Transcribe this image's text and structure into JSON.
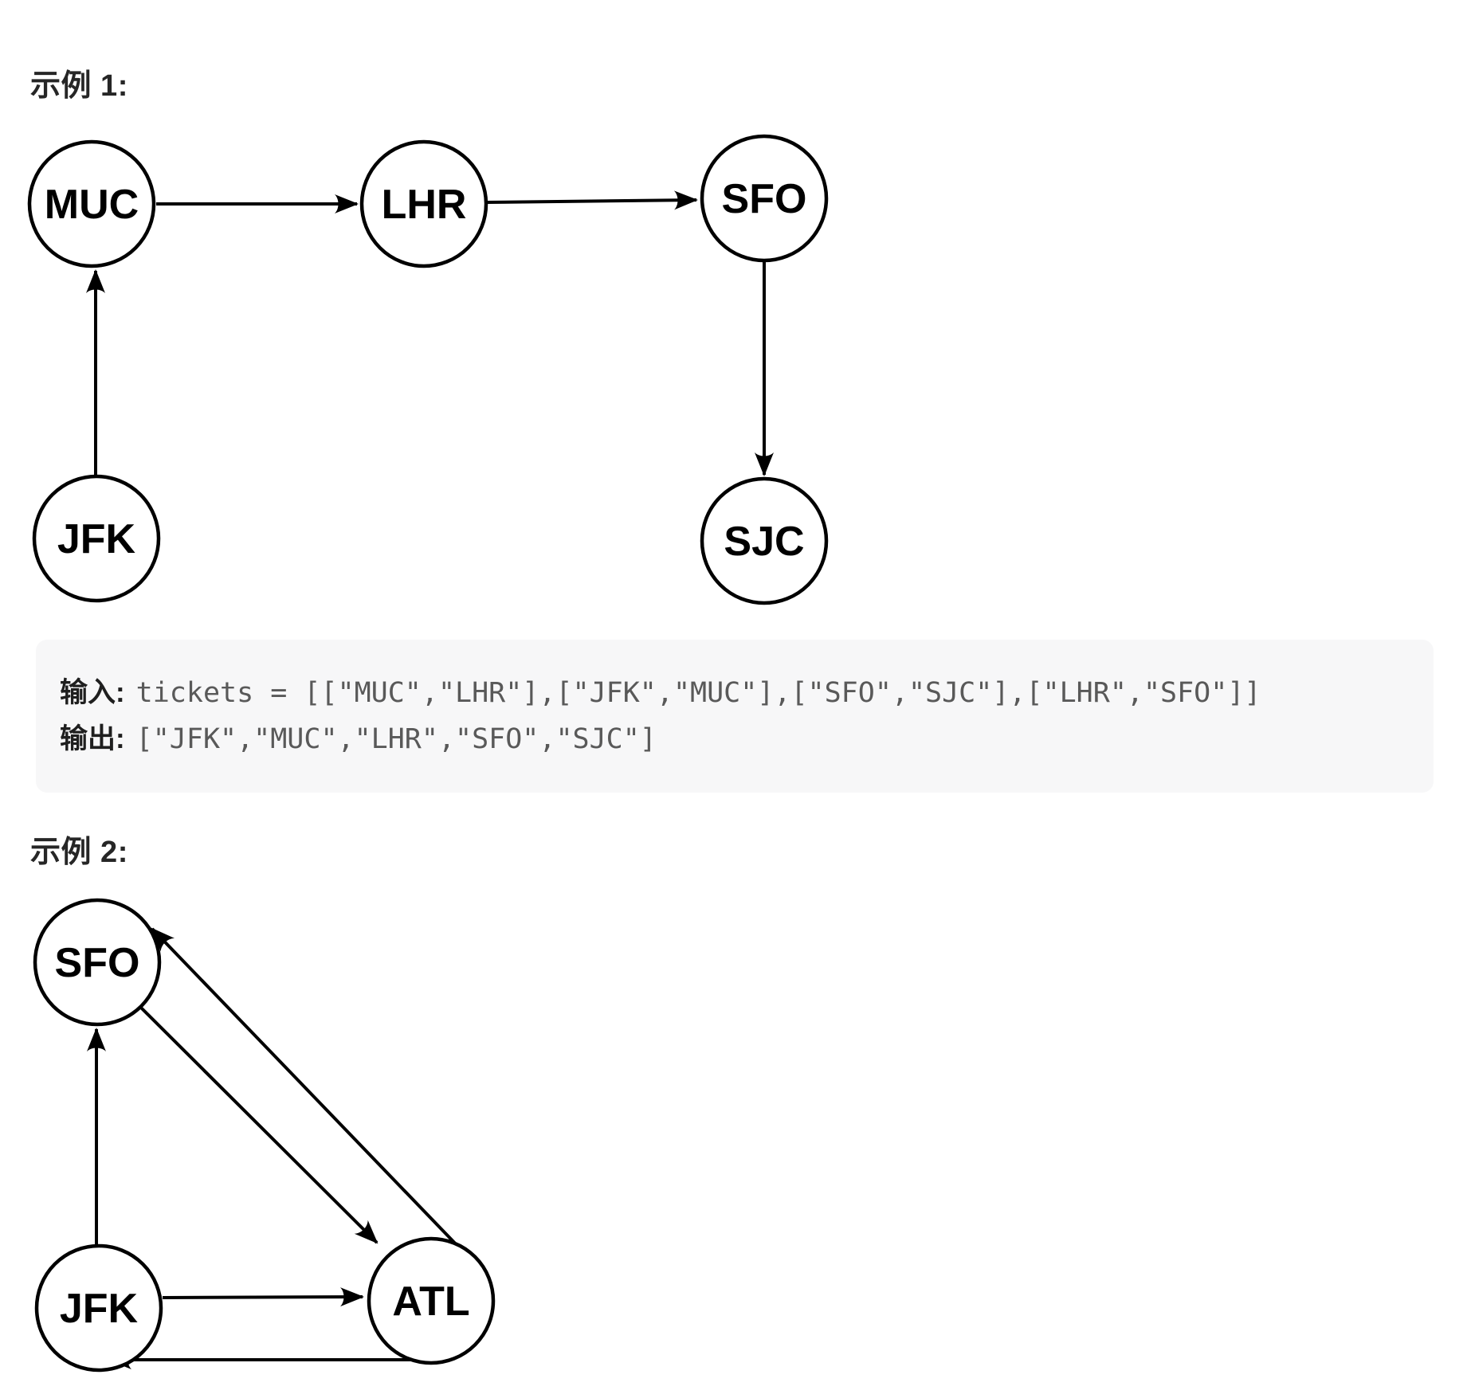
{
  "example1": {
    "heading": "示例 1:",
    "graph": {
      "nodes": [
        {
          "id": "MUC",
          "label": "MUC"
        },
        {
          "id": "LHR",
          "label": "LHR"
        },
        {
          "id": "SFO",
          "label": "SFO"
        },
        {
          "id": "JFK",
          "label": "JFK"
        },
        {
          "id": "SJC",
          "label": "SJC"
        }
      ],
      "edges": [
        {
          "from": "MUC",
          "to": "LHR"
        },
        {
          "from": "LHR",
          "to": "SFO"
        },
        {
          "from": "SFO",
          "to": "SJC"
        },
        {
          "from": "JFK",
          "to": "MUC"
        }
      ]
    },
    "io": {
      "input_label": "输入:",
      "input_value": "tickets = [[\"MUC\",\"LHR\"],[\"JFK\",\"MUC\"],[\"SFO\",\"SJC\"],[\"LHR\",\"SFO\"]]",
      "output_label": "输出:",
      "output_value": "[\"JFK\",\"MUC\",\"LHR\",\"SFO\",\"SJC\"]"
    }
  },
  "example2": {
    "heading": "示例 2:",
    "graph": {
      "nodes": [
        {
          "id": "SFO",
          "label": "SFO"
        },
        {
          "id": "JFK",
          "label": "JFK"
        },
        {
          "id": "ATL",
          "label": "ATL"
        }
      ],
      "edges": [
        {
          "from": "JFK",
          "to": "SFO"
        },
        {
          "from": "SFO",
          "to": "ATL"
        },
        {
          "from": "ATL",
          "to": "SFO"
        },
        {
          "from": "JFK",
          "to": "ATL"
        },
        {
          "from": "ATL",
          "to": "JFK"
        }
      ]
    }
  },
  "colors": {
    "diagram_stroke": "#000000",
    "heading_text": "#262626",
    "code_text": "#595959",
    "code_label_text": "#1f1f1f",
    "code_background": "#f7f7f8",
    "page_background": "#ffffff"
  }
}
